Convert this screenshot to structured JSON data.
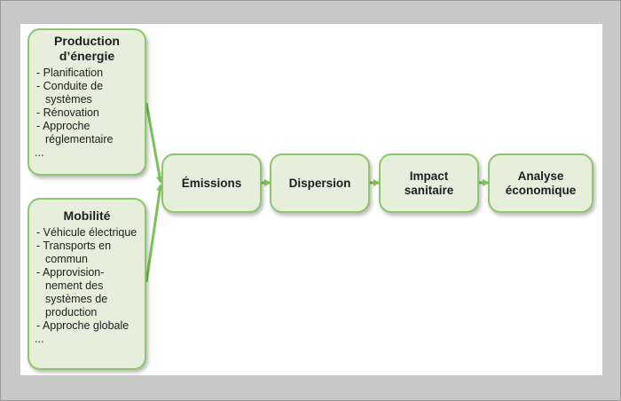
{
  "diagram": {
    "sources": [
      {
        "title": "Production\nd’énergie",
        "items": [
          "- Planification",
          "- Conduite de systèmes",
          "- Rénovation",
          "- Approche réglementaire",
          "..."
        ]
      },
      {
        "title": "Mobilité",
        "items": [
          "- Véhicule électrique",
          "- Transports en commun",
          "- Approvision-nement des systèmes de production",
          "- Approche globale",
          "..."
        ]
      }
    ],
    "steps": [
      "Émissions",
      "Dispersion",
      "Impact\nsanitaire",
      "Analyse\néconomique"
    ],
    "colors": {
      "box_fill": "#e7efdc",
      "box_border": "#8dc66b",
      "connector": "#7cc25a",
      "outer_background": "#c8c8c9"
    }
  }
}
